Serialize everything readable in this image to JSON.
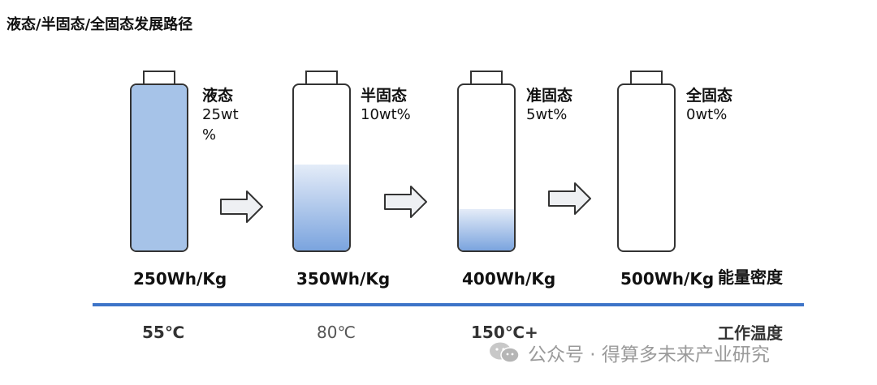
{
  "title": "液态/半固态/全固态发展路径",
  "batteries": [
    {
      "name": "液态",
      "wt_line1": "25wt",
      "wt_line2": "%",
      "fill_level": 1.0,
      "density": "250Wh/Kg",
      "temp": "55℃",
      "fill_color": "#a6c3e8"
    },
    {
      "name": "半固态",
      "wt_line1": "10wt%",
      "wt_line2": "",
      "fill_level": 0.52,
      "density": "350Wh/Kg",
      "temp": "80℃",
      "fill_color": "#7ba4de"
    },
    {
      "name": "准固态",
      "wt_line1": "5wt%",
      "wt_line2": "",
      "fill_level": 0.25,
      "density": "400Wh/Kg",
      "temp": "150℃+",
      "fill_color": "#7ba4de"
    },
    {
      "name": "全固态",
      "wt_line1": "0wt%",
      "wt_line2": "",
      "fill_level": 0.0,
      "density": "500Wh/Kg",
      "temp": "",
      "fill_color": "#7ba4de"
    }
  ],
  "density_label": "能量密度",
  "temp_label": "工作温度",
  "watermark": "公众号 · 得算多未来产业研究",
  "colors": {
    "axis": "#3d74c8",
    "arrow_fill": "#eef0f3",
    "arrow_stroke": "#333333"
  }
}
